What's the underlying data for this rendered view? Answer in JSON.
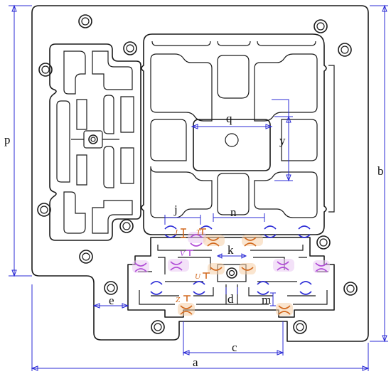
{
  "colors": {
    "outline": "#1a1a1a",
    "dimension": "#2b2bd6",
    "joint_orange": "#d2691e",
    "joint_blue": "#2b2bd6",
    "joint_purple": "#b04ad6"
  },
  "dimensions": {
    "a": "a",
    "b": "b",
    "p": "p",
    "q": "q",
    "y": "y",
    "j": "j",
    "n": "n",
    "k": "k",
    "d": "d",
    "m": "m",
    "e": "e",
    "c": "c"
  },
  "joint_labels": {
    "J": "J",
    "T": "T",
    "V": "V",
    "U": "U",
    "Z": "Z"
  }
}
